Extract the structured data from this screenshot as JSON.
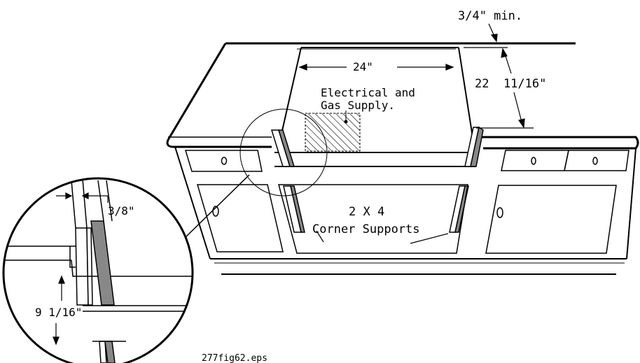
{
  "labels": {
    "min_thickness": "3/4\" min.",
    "width": "24\"",
    "depth": "22  11/16\"",
    "supply_line1": "Electrical and",
    "supply_line2": "Gas Supply.",
    "support_gap": "3/8\"",
    "corner_supports_line1": "2 X 4",
    "corner_supports_line2": "Corner Supports",
    "support_height": "9 1/16\"",
    "file_name": "277fig62.eps"
  }
}
